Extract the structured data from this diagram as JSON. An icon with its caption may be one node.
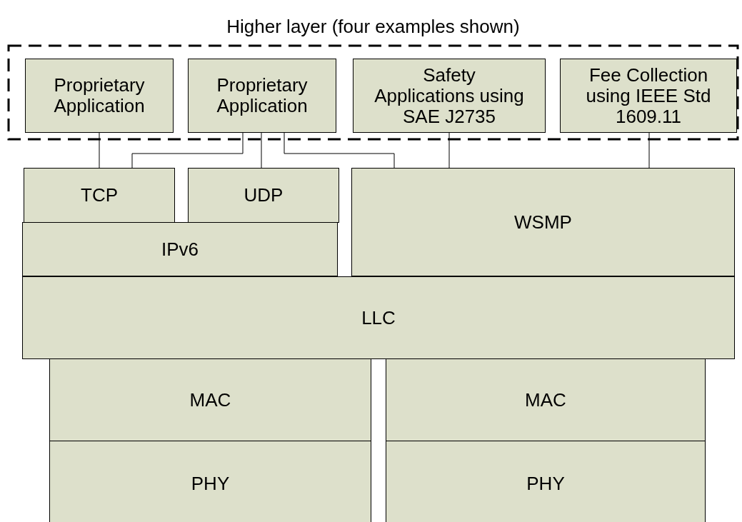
{
  "diagram": {
    "nodes": [
      {
        "text": [
          "Higher layer (four examples shown)"
        ]
      },
      {
        "text": [
          "Proprietary Application"
        ],
        "in": 0
      },
      {
        "text": [
          "Proprietary Application"
        ],
        "in": 0
      },
      {
        "text": [
          "Safety Applications using SAE J2735"
        ],
        "in": 0
      },
      {
        "text": [
          "Fee Collection using IEEE Std 1609.11"
        ],
        "in": 0
      },
      {
        "text": [
          "TCP"
        ]
      },
      {
        "text": [
          "UDP"
        ]
      },
      {
        "text": [
          "WSMP"
        ]
      },
      {
        "text": [
          "IPv6"
        ]
      },
      {
        "text": [
          "LLC"
        ]
      },
      {
        "text": [
          "MAC"
        ]
      },
      {
        "text": [
          "MAC"
        ]
      },
      {
        "text": [
          "PHY"
        ]
      },
      {
        "text": [
          "PHY"
        ]
      }
    ],
    "edges": [
      {
        "from": 1,
        "to": 5,
        "arrow": "none"
      },
      {
        "from": 2,
        "to": 5,
        "arrow": "none"
      },
      {
        "from": 2,
        "to": 6,
        "arrow": "none"
      },
      {
        "from": 2,
        "to": 7,
        "arrow": "none"
      },
      {
        "from": 3,
        "to": 7,
        "arrow": "none"
      },
      {
        "from": 4,
        "to": 7,
        "arrow": "none"
      }
    ]
  }
}
